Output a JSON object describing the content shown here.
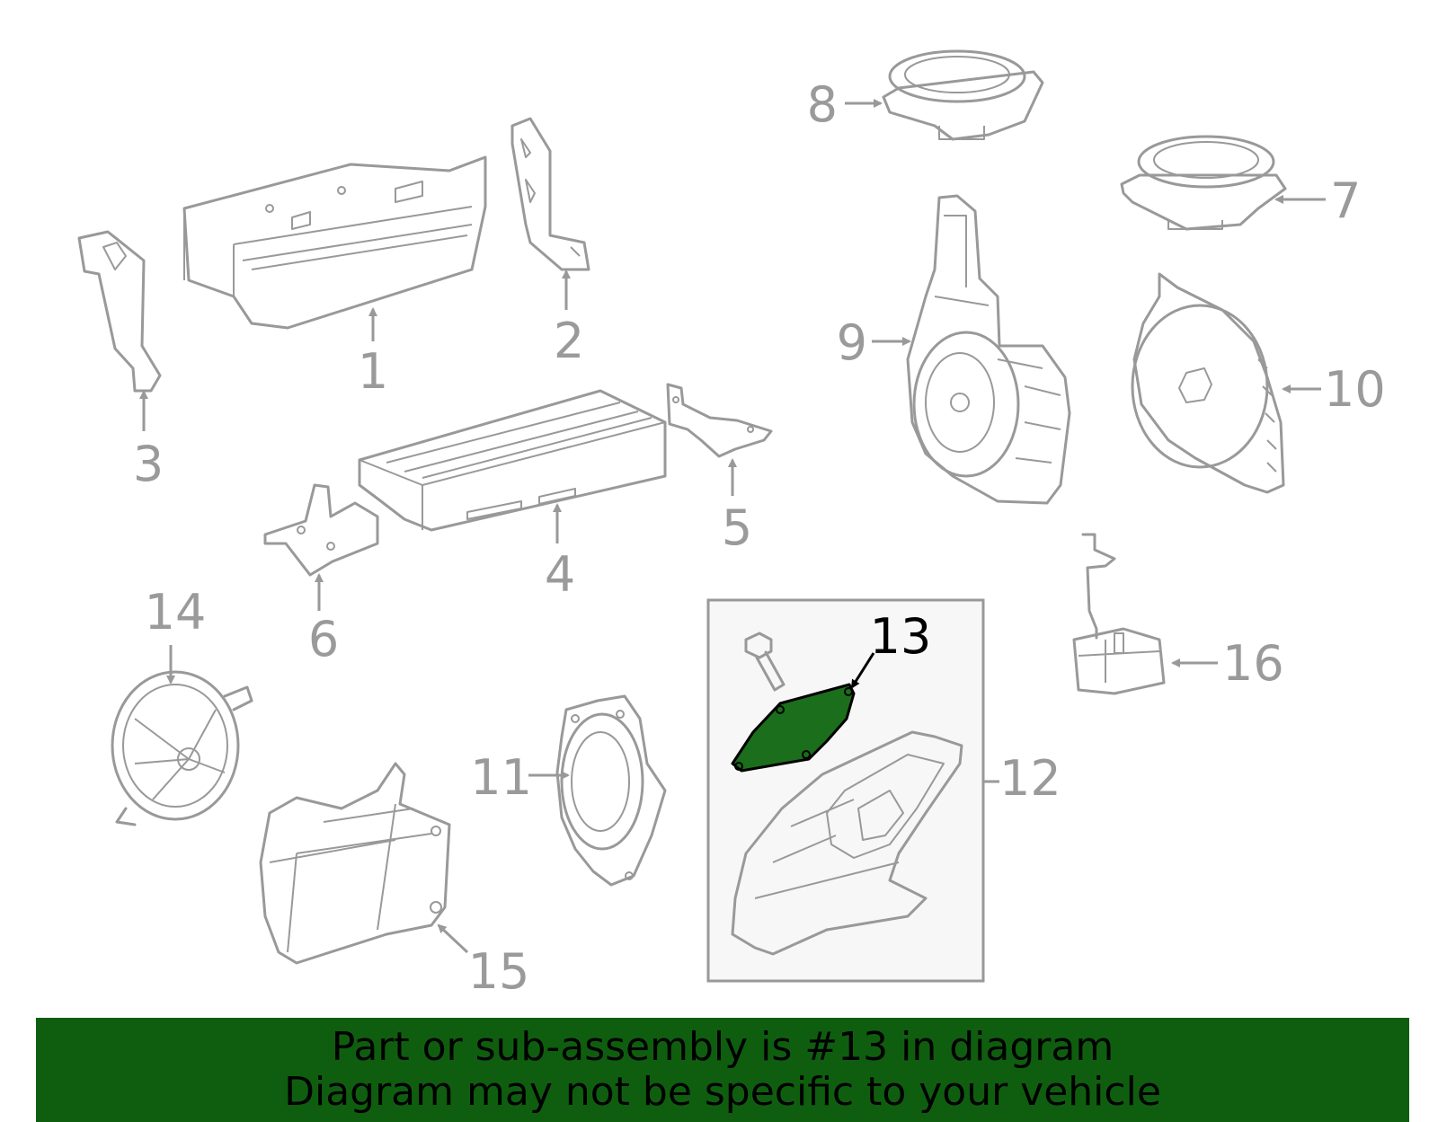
{
  "diagram": {
    "callouts": [
      "1",
      "2",
      "3",
      "4",
      "5",
      "6",
      "7",
      "8",
      "9",
      "10",
      "11",
      "12",
      "13",
      "14",
      "15",
      "16"
    ],
    "highlighted_part": "13",
    "colors": {
      "line": "#999999",
      "highlight_fill": "#1b6e1b",
      "group_box_fill": "#f7f7f7",
      "banner": "#0f5e0f"
    }
  },
  "banner": {
    "line1": "Part or sub-assembly is #13 in diagram",
    "line2": "Diagram may not be specific to your vehicle"
  }
}
